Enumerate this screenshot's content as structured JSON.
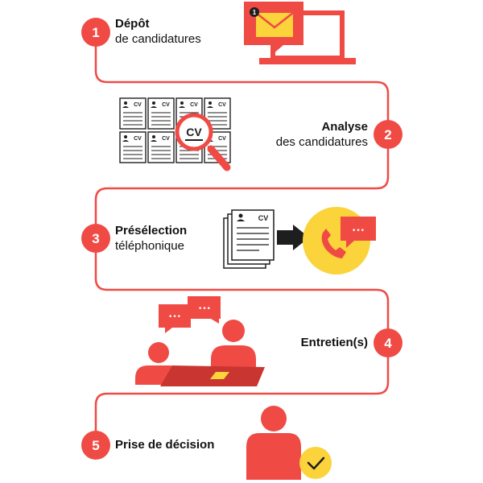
{
  "colors": {
    "accent": "#f04a45",
    "dark": "#1e1e1e",
    "yellow": "#fbd33a",
    "table_red": "#c93530",
    "white": "#ffffff"
  },
  "steps": [
    {
      "number": "1",
      "title": "Dépôt",
      "subtitle": "de candidatures",
      "icon": "mail-laptop-icon"
    },
    {
      "number": "2",
      "title": "Analyse",
      "subtitle": "des candidatures",
      "icon": "cv-magnifier-icon"
    },
    {
      "number": "3",
      "title": "Présélection",
      "subtitle": "téléphonique",
      "icon": "cv-phone-icon"
    },
    {
      "number": "4",
      "title": "Entretien(s)",
      "subtitle": "",
      "icon": "interview-icon"
    },
    {
      "number": "5",
      "title": "Prise de décision",
      "subtitle": "",
      "icon": "decision-icon"
    }
  ],
  "badges": {
    "mail_count": "1",
    "cv_label": "CV",
    "dots": "•••"
  }
}
